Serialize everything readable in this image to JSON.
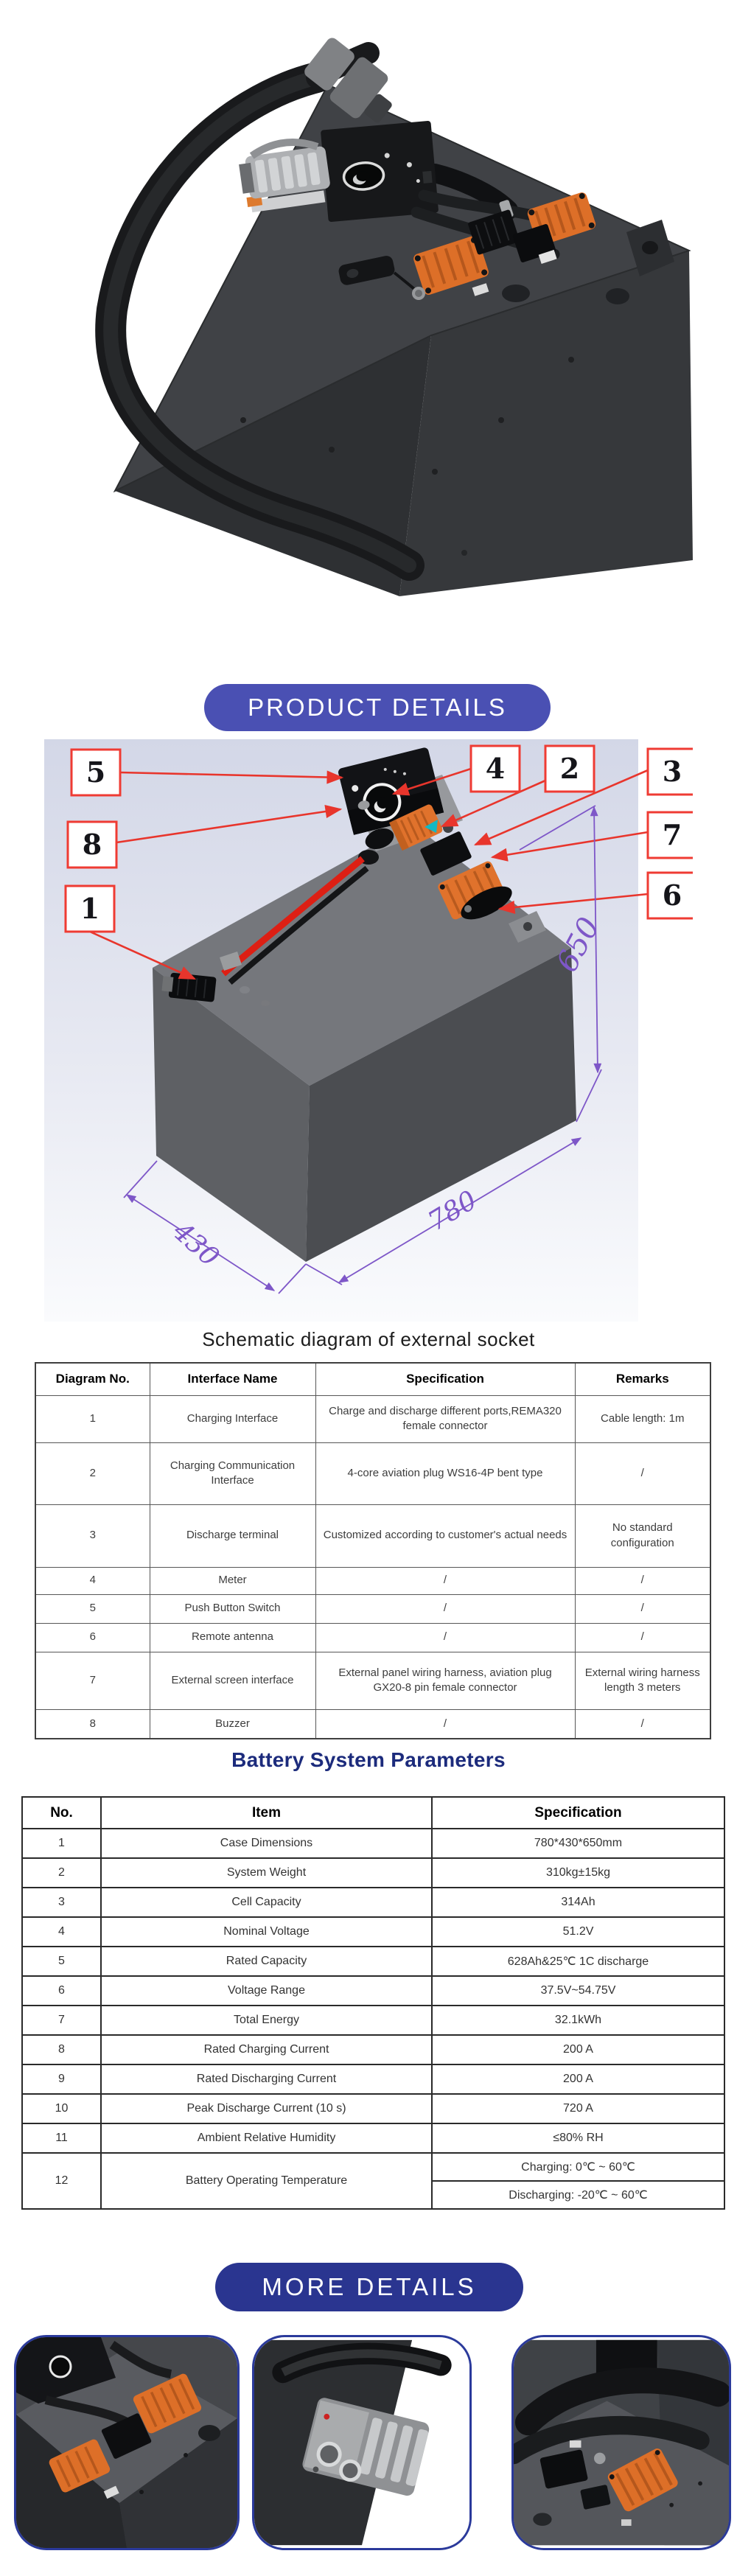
{
  "banners": {
    "product_details": "PRODUCT DETAILS",
    "more_details": "MORE DETAILS"
  },
  "colors": {
    "banner_primary": "#4a50b3",
    "banner_dark": "#2a3590",
    "callout_red": "#e8352c",
    "dimension_purple": "#7e57c8",
    "accent_orange": "#dd6f28",
    "params_title_navy": "#1c2b7c"
  },
  "diagram": {
    "caption": "Schematic diagram of external socket",
    "callouts": [
      "1",
      "2",
      "3",
      "4",
      "5",
      "6",
      "7",
      "8"
    ],
    "dimensions": {
      "height": "650",
      "width": "780",
      "depth": "430"
    }
  },
  "socket_table": {
    "headers": [
      "Diagram No.",
      "Interface Name",
      "Specification",
      "Remarks"
    ],
    "rows": [
      [
        "1",
        "Charging Interface",
        "Charge and discharge different ports,REMA320 female connector",
        "Cable length: 1m"
      ],
      [
        "2",
        "Charging Communication Interface",
        "4-core aviation plug WS16-4P bent type",
        "/"
      ],
      [
        "3",
        "Discharge terminal",
        "Customized according to customer's actual needs",
        "No standard configuration"
      ],
      [
        "4",
        "Meter",
        "/",
        "/"
      ],
      [
        "5",
        "Push Button Switch",
        "/",
        "/"
      ],
      [
        "6",
        "Remote antenna",
        "/",
        "/"
      ],
      [
        "7",
        "External screen interface",
        "External panel wiring harness, aviation plug GX20-8 pin female connector",
        "External wiring harness length 3 meters"
      ],
      [
        "8",
        "Buzzer",
        "/",
        "/"
      ]
    ]
  },
  "params": {
    "title": "Battery System Parameters",
    "headers": [
      "No.",
      "Item",
      "Specification"
    ],
    "rows": [
      [
        "1",
        "Case Dimensions",
        "780*430*650mm"
      ],
      [
        "2",
        "System Weight",
        "310kg±15kg"
      ],
      [
        "3",
        "Cell Capacity",
        "314Ah"
      ],
      [
        "4",
        "Nominal Voltage",
        "51.2V"
      ],
      [
        "5",
        "Rated Capacity",
        "628Ah&25℃ 1C discharge"
      ],
      [
        "6",
        "Voltage Range",
        "37.5V~54.75V"
      ],
      [
        "7",
        "Total Energy",
        "32.1kWh"
      ],
      [
        "8",
        "Rated Charging Current",
        "200 A"
      ],
      [
        "9",
        "Rated Discharging Current",
        "200 A"
      ],
      [
        "10",
        "Peak Discharge Current (10 s)",
        "720 A"
      ],
      [
        "11",
        "Ambient Relative Humidity",
        "≤80% RH"
      ],
      [
        "12",
        "Battery Operating Temperature",
        "Charging: 0℃ ~ 60℃",
        "Discharging: -20℃ ~ 60℃"
      ]
    ]
  }
}
